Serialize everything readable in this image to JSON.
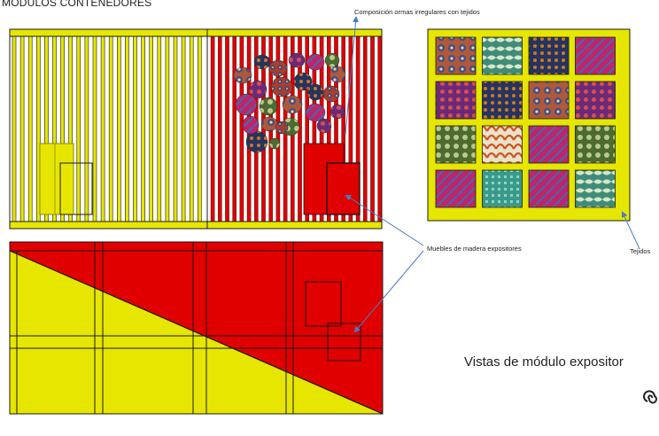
{
  "title": "MÓDULOS CONTENEDORES",
  "labels": {
    "composition": "Composición ormas irregulares con tejidos",
    "furniture": "Muebles de madera expositores",
    "fabrics": "Tejidos"
  },
  "caption": "Vistas de módulo expositor",
  "colors": {
    "yellow": "#e6e600",
    "red": "#e00000",
    "outline": "#1a1a1a",
    "arrow": "#4a7cc0"
  }
}
